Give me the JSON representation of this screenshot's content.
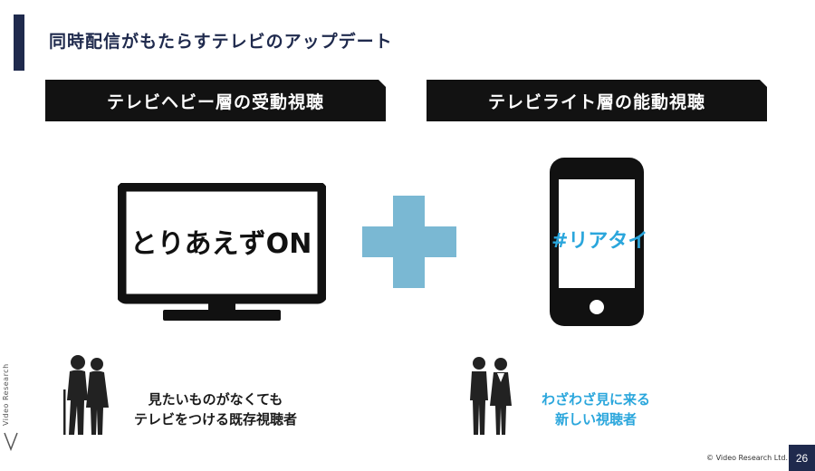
{
  "slide": {
    "title": "同時配信がもたらすテレビのアップデート",
    "page_number": "26",
    "copyright": "© Video Research Ltd.",
    "logo_text": "Video Research"
  },
  "left": {
    "header": "テレビヘビー層の受動視聴",
    "device_label": "とりあえずON",
    "caption_line1": "見たいものがなくても",
    "caption_line2": "テレビをつける既存視聴者"
  },
  "right": {
    "header": "テレビライト層の能動視聴",
    "device_label": "#リアタイ",
    "caption_line1": "わざわざ見に来る",
    "caption_line2": "新しい視聴者"
  },
  "colors": {
    "navy": "#1f2a4d",
    "header_bg": "#121212",
    "accent_blue": "#2aa6dc",
    "plus": "#7ab8d3"
  },
  "icons": [
    "tv-icon",
    "plus-icon",
    "smartphone-icon",
    "elderly-couple-icon",
    "student-couple-icon"
  ]
}
